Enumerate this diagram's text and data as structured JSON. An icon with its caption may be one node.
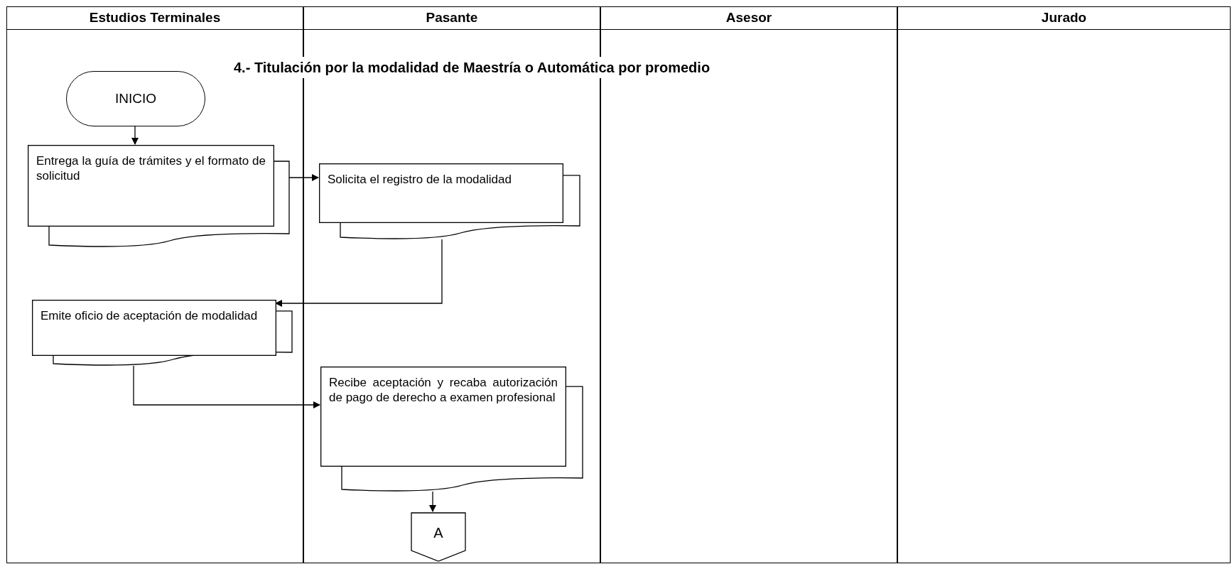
{
  "diagram": {
    "title": "4.- Titulación por la modalidad de Maestría o Automática por promedio",
    "nodes": [
      {
        "text": [
          "Estudios Terminales"
        ]
      },
      {
        "text": [
          "Pasante"
        ]
      },
      {
        "text": [
          "Asesor"
        ]
      },
      {
        "text": [
          "Jurado"
        ]
      },
      {
        "text": [
          "INICIO"
        ],
        "in": 0
      },
      {
        "text": [
          "Entrega la guía de trámites y el formato de solicitud"
        ],
        "in": 0
      },
      {
        "text": [
          "Solicita el registro de la modalidad"
        ],
        "in": 1
      },
      {
        "text": [
          "Emite oficio de aceptación de modalidad"
        ],
        "in": 0
      },
      {
        "text": [
          "Recibe aceptación y recaba autorización de pago de derecho a examen profesional"
        ],
        "in": 1
      },
      {
        "text": [
          "A"
        ],
        "in": 1
      }
    ],
    "edges": [
      {
        "from": 4,
        "to": 5,
        "arrow": "to"
      },
      {
        "from": 5,
        "to": 6,
        "arrow": "to"
      },
      {
        "from": 6,
        "to": 7,
        "arrow": "to"
      },
      {
        "from": 7,
        "to": 8,
        "arrow": "to"
      },
      {
        "from": 8,
        "to": 9,
        "arrow": "to"
      }
    ]
  }
}
